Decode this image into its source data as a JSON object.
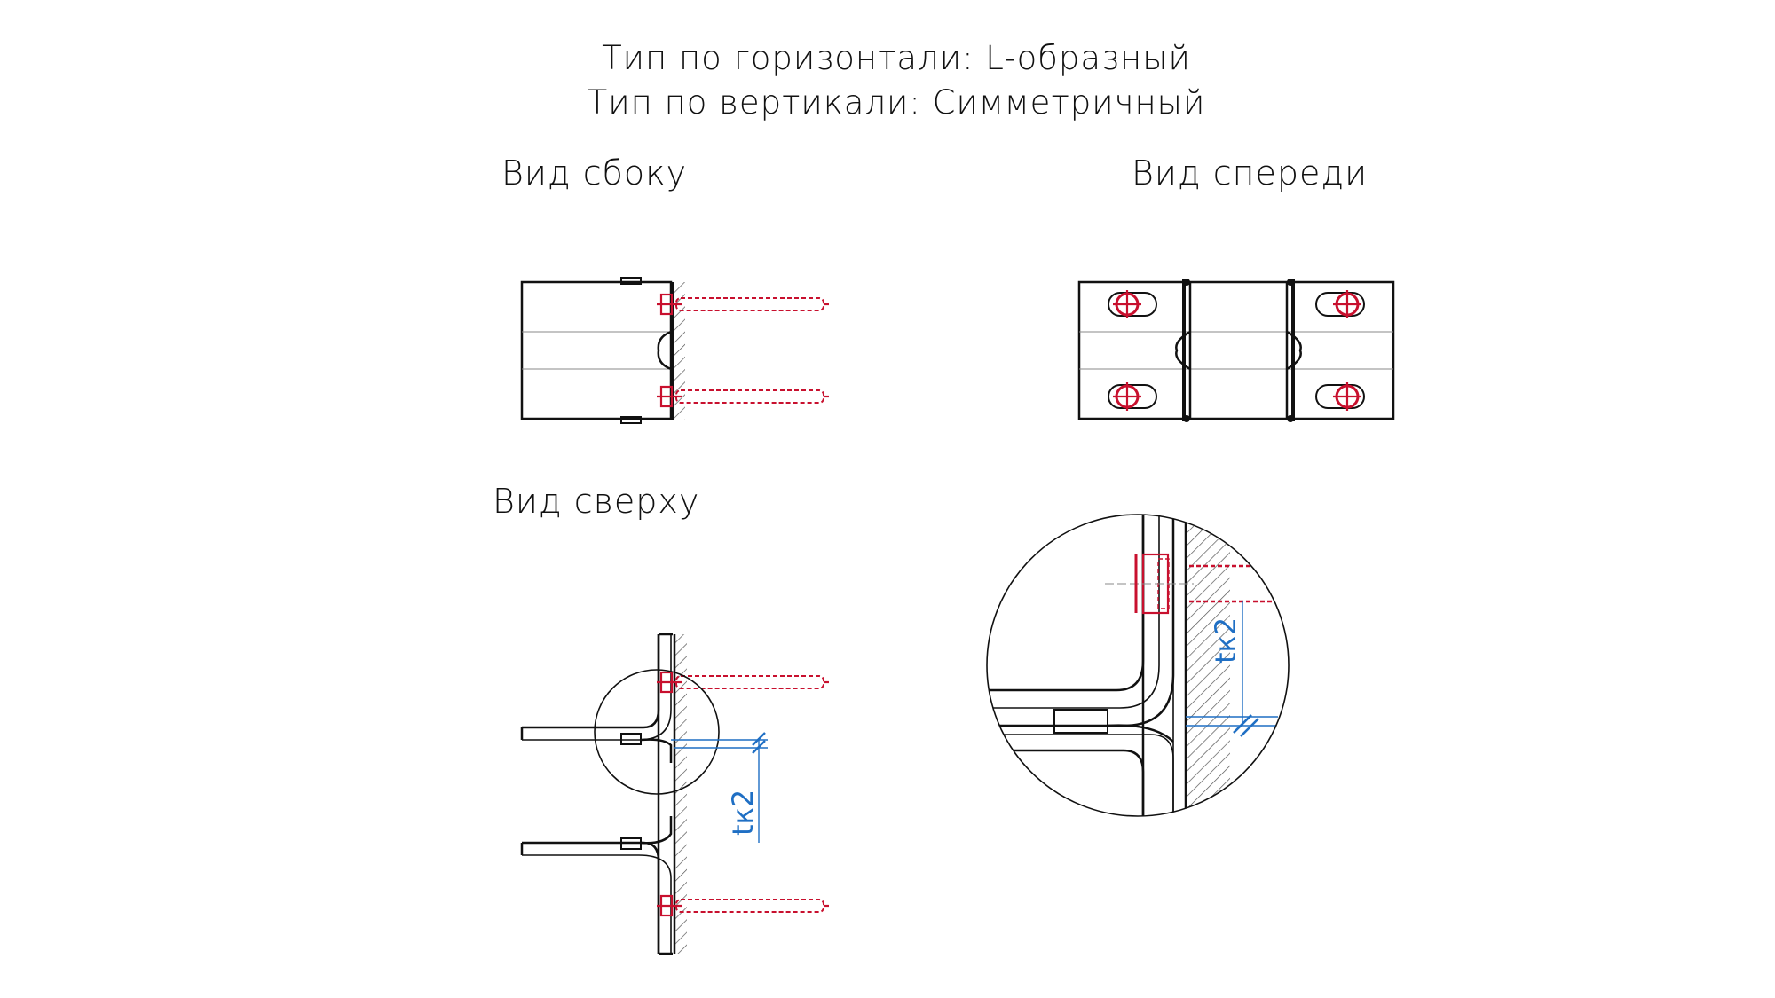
{
  "title": {
    "line1": "Тип по горизонтали: L-образный",
    "line2": "Тип по вертикали: Симметричный"
  },
  "views": {
    "side": "Вид сбоку",
    "front": "Вид спереди",
    "top": "Вид сверху"
  },
  "dimensions": {
    "top_view_label": "tк2",
    "detail_label": "tк2"
  },
  "colors": {
    "outline": "#111111",
    "bolt": "#c8102e",
    "dimension": "#1f6fc4"
  }
}
